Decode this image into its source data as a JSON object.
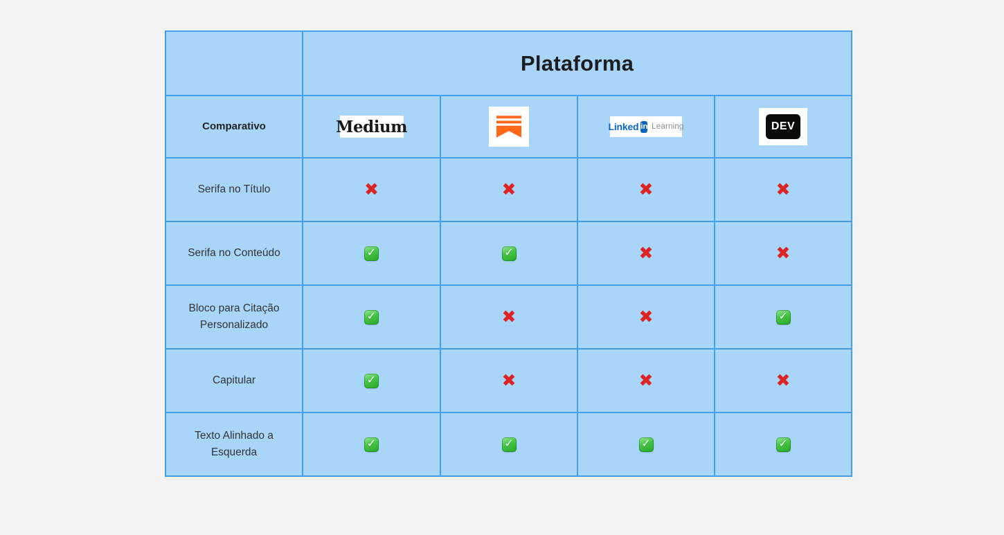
{
  "page": {
    "background_color": "#f4f4f5"
  },
  "table": {
    "title": "Plataforma",
    "corner_label": "Comparativo",
    "colors": {
      "cell_fill": "#a9d6f8",
      "grid_border": "#42a0ea",
      "check_green": "#2eb82e",
      "cross_red": "#dd2424",
      "linkedin_blue": "#0a66c2",
      "substack_orange": "#ff6719",
      "dev_black": "#0b0b0b"
    },
    "platforms": [
      {
        "name": "Medium",
        "wordmark": "Medium"
      },
      {
        "name": "Substack"
      },
      {
        "name": "LinkedIn Learning",
        "word1": "Linked",
        "badge": "in",
        "word2": "Learning"
      },
      {
        "name": "DEV",
        "wordmark": "DEV"
      }
    ],
    "rows": [
      {
        "label": "Serifa no Título",
        "cells": [
          "cross",
          "cross",
          "cross",
          "cross"
        ]
      },
      {
        "label": "Serifa no Conteúdo",
        "cells": [
          "check",
          "check",
          "cross",
          "cross"
        ]
      },
      {
        "label": "Bloco para Citação Personalizado",
        "cells": [
          "check",
          "cross",
          "cross",
          "check"
        ]
      },
      {
        "label": "Capitular",
        "cells": [
          "check",
          "cross",
          "cross",
          "cross"
        ]
      },
      {
        "label": "Texto Alinhado a Esquerda",
        "cells": [
          "check",
          "check",
          "check",
          "check"
        ]
      }
    ]
  },
  "chart_data": {
    "type": "table",
    "title": "Plataforma",
    "row_header": "Comparativo",
    "columns": [
      "Medium",
      "Substack",
      "LinkedIn Learning",
      "DEV"
    ],
    "rows": [
      {
        "feature": "Serifa no Título",
        "values": [
          false,
          false,
          false,
          false
        ]
      },
      {
        "feature": "Serifa no Conteúdo",
        "values": [
          true,
          true,
          false,
          false
        ]
      },
      {
        "feature": "Bloco para Citação Personalizado",
        "values": [
          true,
          false,
          false,
          true
        ]
      },
      {
        "feature": "Capitular",
        "values": [
          true,
          false,
          false,
          false
        ]
      },
      {
        "feature": "Texto Alinhado a Esquerda",
        "values": [
          true,
          true,
          true,
          true
        ]
      }
    ],
    "layout": {
      "legend": "none",
      "grid": "on",
      "value_encoding": "true=green-check, false=red-cross"
    }
  }
}
